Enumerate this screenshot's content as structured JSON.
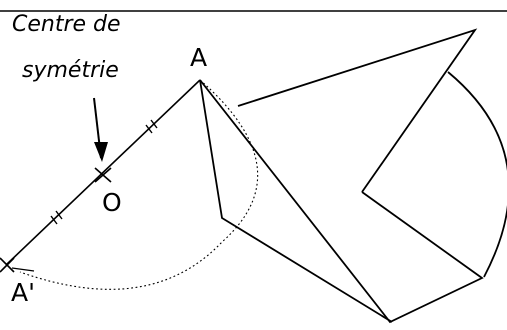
{
  "callout": {
    "line1": "Centre de",
    "line2": "symétrie"
  },
  "points": {
    "a": "A",
    "o": "O",
    "a_prime": "A'"
  },
  "colors": {
    "ink": "#000000",
    "background": "#ffffff"
  }
}
